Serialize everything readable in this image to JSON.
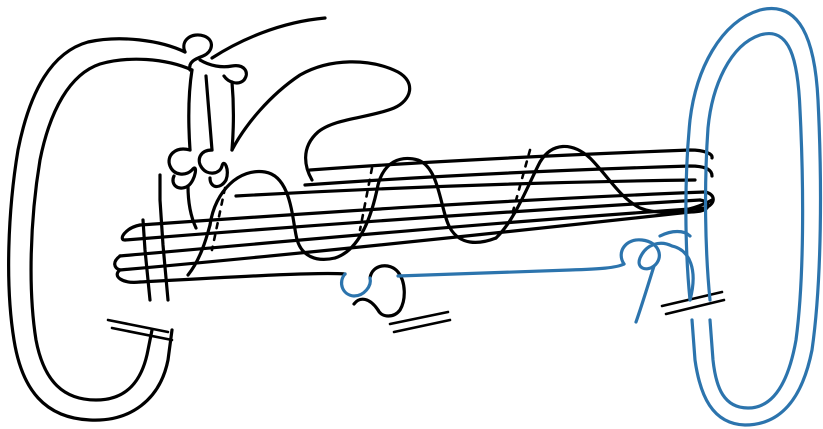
{
  "figure": {
    "kind": "knot-diagram",
    "background_color": "#ffffff",
    "strand_colors": {
      "primary": "#000000",
      "secondary": "#2c74ad"
    },
    "components": [
      {
        "name": "left-band-loop",
        "color_key": "primary"
      },
      {
        "name": "right-band-loop",
        "color_key": "secondary"
      },
      {
        "name": "horizontal-strand-bundle",
        "color_key": "primary"
      },
      {
        "name": "helical-wrap",
        "color_key": "primary"
      },
      {
        "name": "connecting-strand",
        "color_key": "secondary"
      }
    ],
    "surgery_marks": 4
  }
}
